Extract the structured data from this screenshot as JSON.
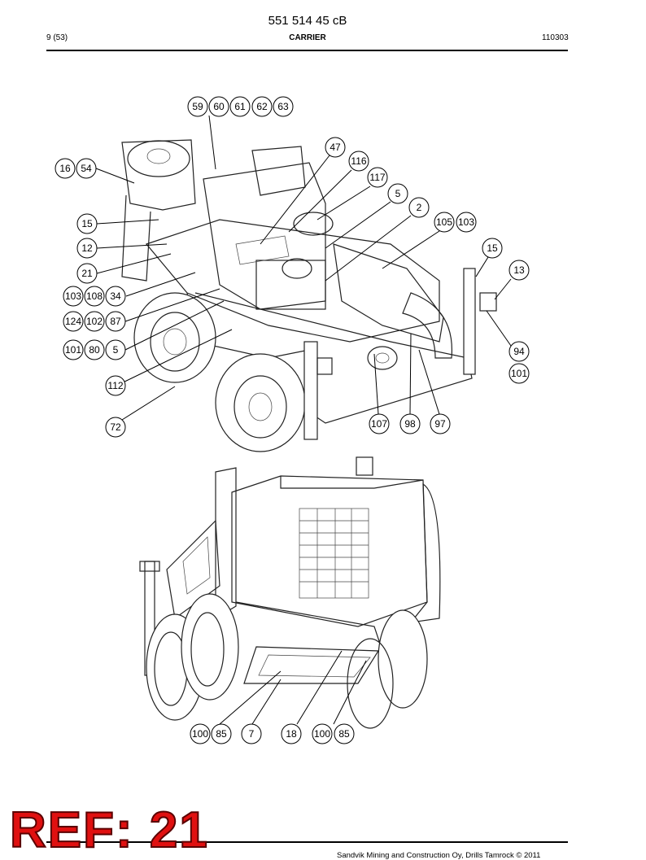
{
  "header": {
    "document_number": "551 514 45 cB",
    "page": "9 (53)",
    "section_title": "CARRIER",
    "date_code": "110303"
  },
  "footer": {
    "copyright": "Sandvik Mining and Construction Oy, Drills Tamrock © 2011"
  },
  "overlay": {
    "reference": "REF: 21"
  },
  "callouts_top": [
    "59",
    "60",
    "61",
    "62",
    "63",
    "47",
    "116",
    "117",
    "5",
    "2",
    "105",
    "103",
    "15",
    "13",
    "16",
    "54",
    "15",
    "12",
    "21",
    "103",
    "108",
    "34",
    "124",
    "102",
    "87",
    "101",
    "80",
    "5",
    "112",
    "72",
    "107",
    "98",
    "97",
    "94",
    "101"
  ],
  "callouts_bottom": [
    "100",
    "85",
    "7",
    "18",
    "100",
    "85"
  ]
}
